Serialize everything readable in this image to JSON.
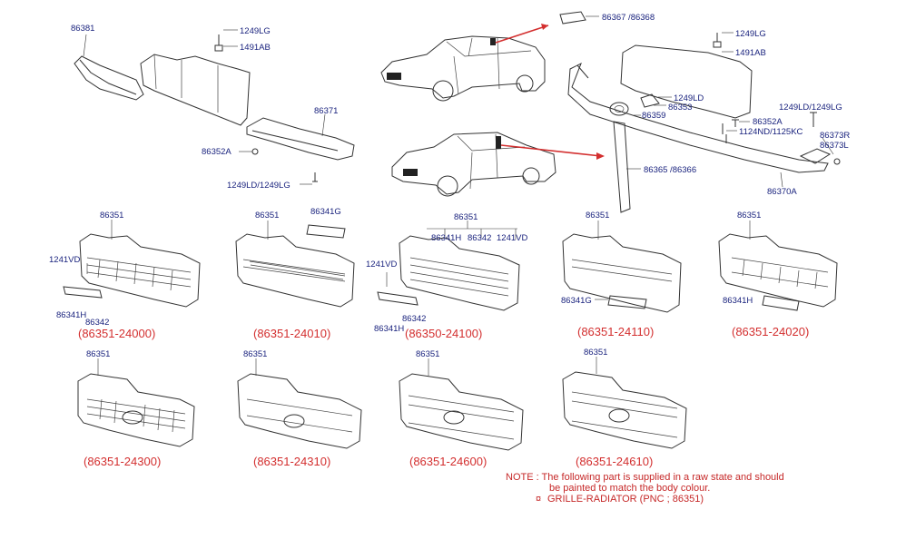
{
  "colors": {
    "label": "#1a237e",
    "part_number": "#d32f2f",
    "note": "#c62828",
    "arrow": "#d32f2f"
  },
  "top_labels": {
    "l86381": "86381",
    "l1249lg_a": "1249LG",
    "l1491ab_a": "1491AB",
    "l86371": "86371",
    "l86352a_a": "86352A",
    "l1249ld_1249lg_a": "1249LD/1249LG",
    "l86367": "86367 /86368",
    "l1249lg_b": "1249LG",
    "l1491ab_b": "1491AB",
    "l1249ld_b": "1249LD",
    "l86353": "86353",
    "l86359": "86359",
    "l1249ld_1249lg_b": "1249LD/1249LG",
    "l86352a_b": "86352A",
    "l1124nd": "1124ND/1125KC",
    "l86373r": "86373R",
    "l86373l": "86373L",
    "l86365": "86365 /86366",
    "l86370a": "86370A"
  },
  "grille_row1": [
    {
      "top": "86351",
      "extra": [
        "1241VD",
        "86341H",
        "86342"
      ],
      "pn": "(86351-24000)"
    },
    {
      "top": "86351",
      "extra": [
        "86341G"
      ],
      "pn": "(86351-24010)"
    },
    {
      "top": "86351",
      "extra": [
        "86341H",
        "86342",
        "1241VD",
        "1241VD",
        "86342",
        "86341H"
      ],
      "pn": "(86350-24100)"
    },
    {
      "top": "86351",
      "extra": [
        "86341G"
      ],
      "pn": "(86351-24110)"
    },
    {
      "top": "86351",
      "extra": [
        "86341H"
      ],
      "pn": "(86351-24020)"
    }
  ],
  "grille_row2": [
    {
      "top": "86351",
      "pn": "(86351-24300)"
    },
    {
      "top": "86351",
      "pn": "(86351-24310)"
    },
    {
      "top": "86351",
      "pn": "(86351-24600)"
    },
    {
      "top": "86351",
      "pn": "(86351-24610)"
    }
  ],
  "note": {
    "line1": "NOTE : The following part is supplied in a raw state and should",
    "line2": "be painted to match the body colour.",
    "line3_bullet": "¤",
    "line3": "GRILLE-RADIATOR (PNC ; 86351)"
  }
}
